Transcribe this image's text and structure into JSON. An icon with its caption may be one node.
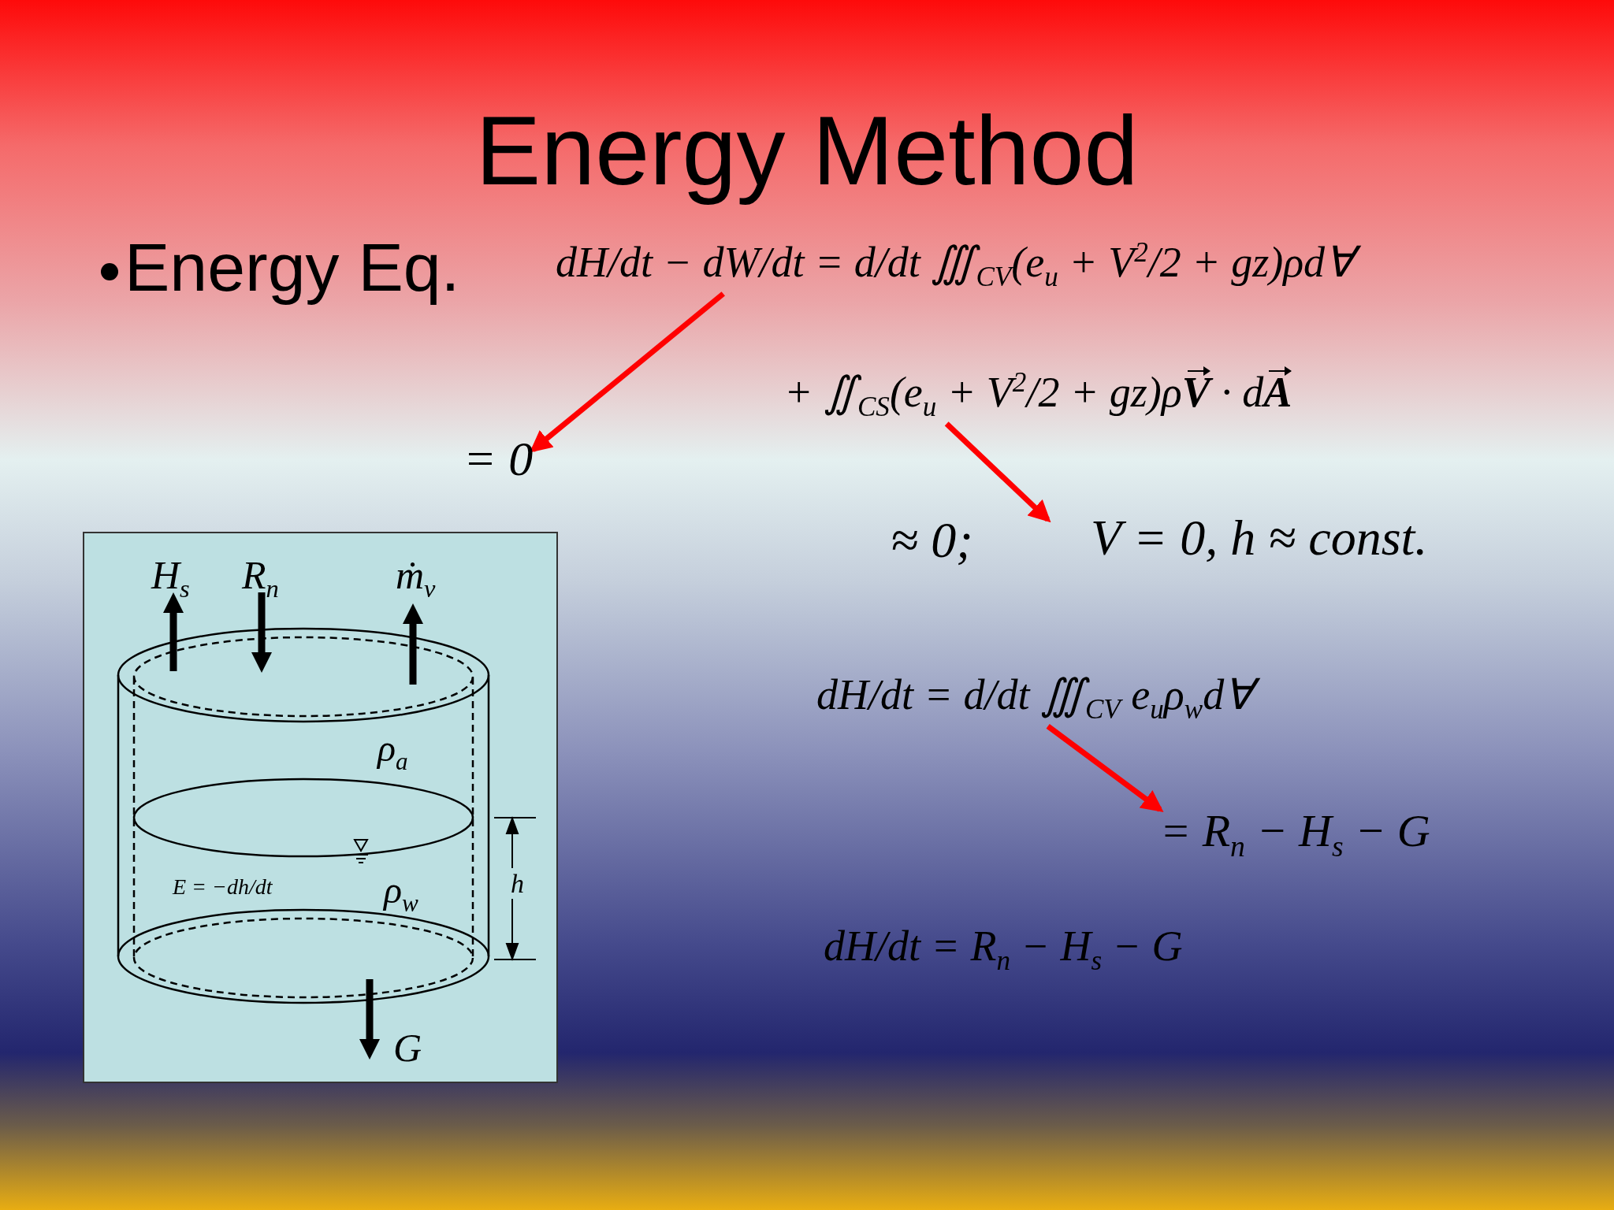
{
  "diagram": {
    "title": "Energy Method",
    "nodes": [
      {
        "text": [
          "dH/dt − dW/dt = d/dt ∭$_{CV}$(e$_{u}$ + V$^{2}$/2 + gz)ρd∀"
        ]
      },
      {
        "text": [
          "+ ∬$_{CS}$(e$_{u}$ + V$^{2}$/2 + gz)ρ**V** · d**A**"
        ]
      },
      {
        "text": [
          "= 0"
        ]
      },
      {
        "text": [
          "≈ 0;"
        ]
      },
      {
        "text": [
          "dH/dt = d/dt ∭$_{CV}$ e$_{u}$ρ$_{w}$d∀"
        ]
      },
      {
        "text": [
          "= R$_{n}$ − H$_{s}$ − G"
        ]
      }
    ],
    "edges": [
      {
        "from": 0,
        "to": 2,
        "arrow": "to"
      },
      {
        "from": 1,
        "to": 3,
        "arrow": "to"
      },
      {
        "from": 4,
        "to": 5,
        "arrow": "to"
      }
    ],
    "labels": [
      "Energy Eq.",
      "V = 0, h ≈ const.",
      "H$_{s}$",
      "R$_{n}$",
      "ṁ$_{v}$",
      "ρ$_{a}$",
      "E = −dh/dt",
      "ρ$_{w}$",
      "h",
      "G",
      "dH/dt = R$_{n}$ − H$_{s}$ − G"
    ]
  }
}
